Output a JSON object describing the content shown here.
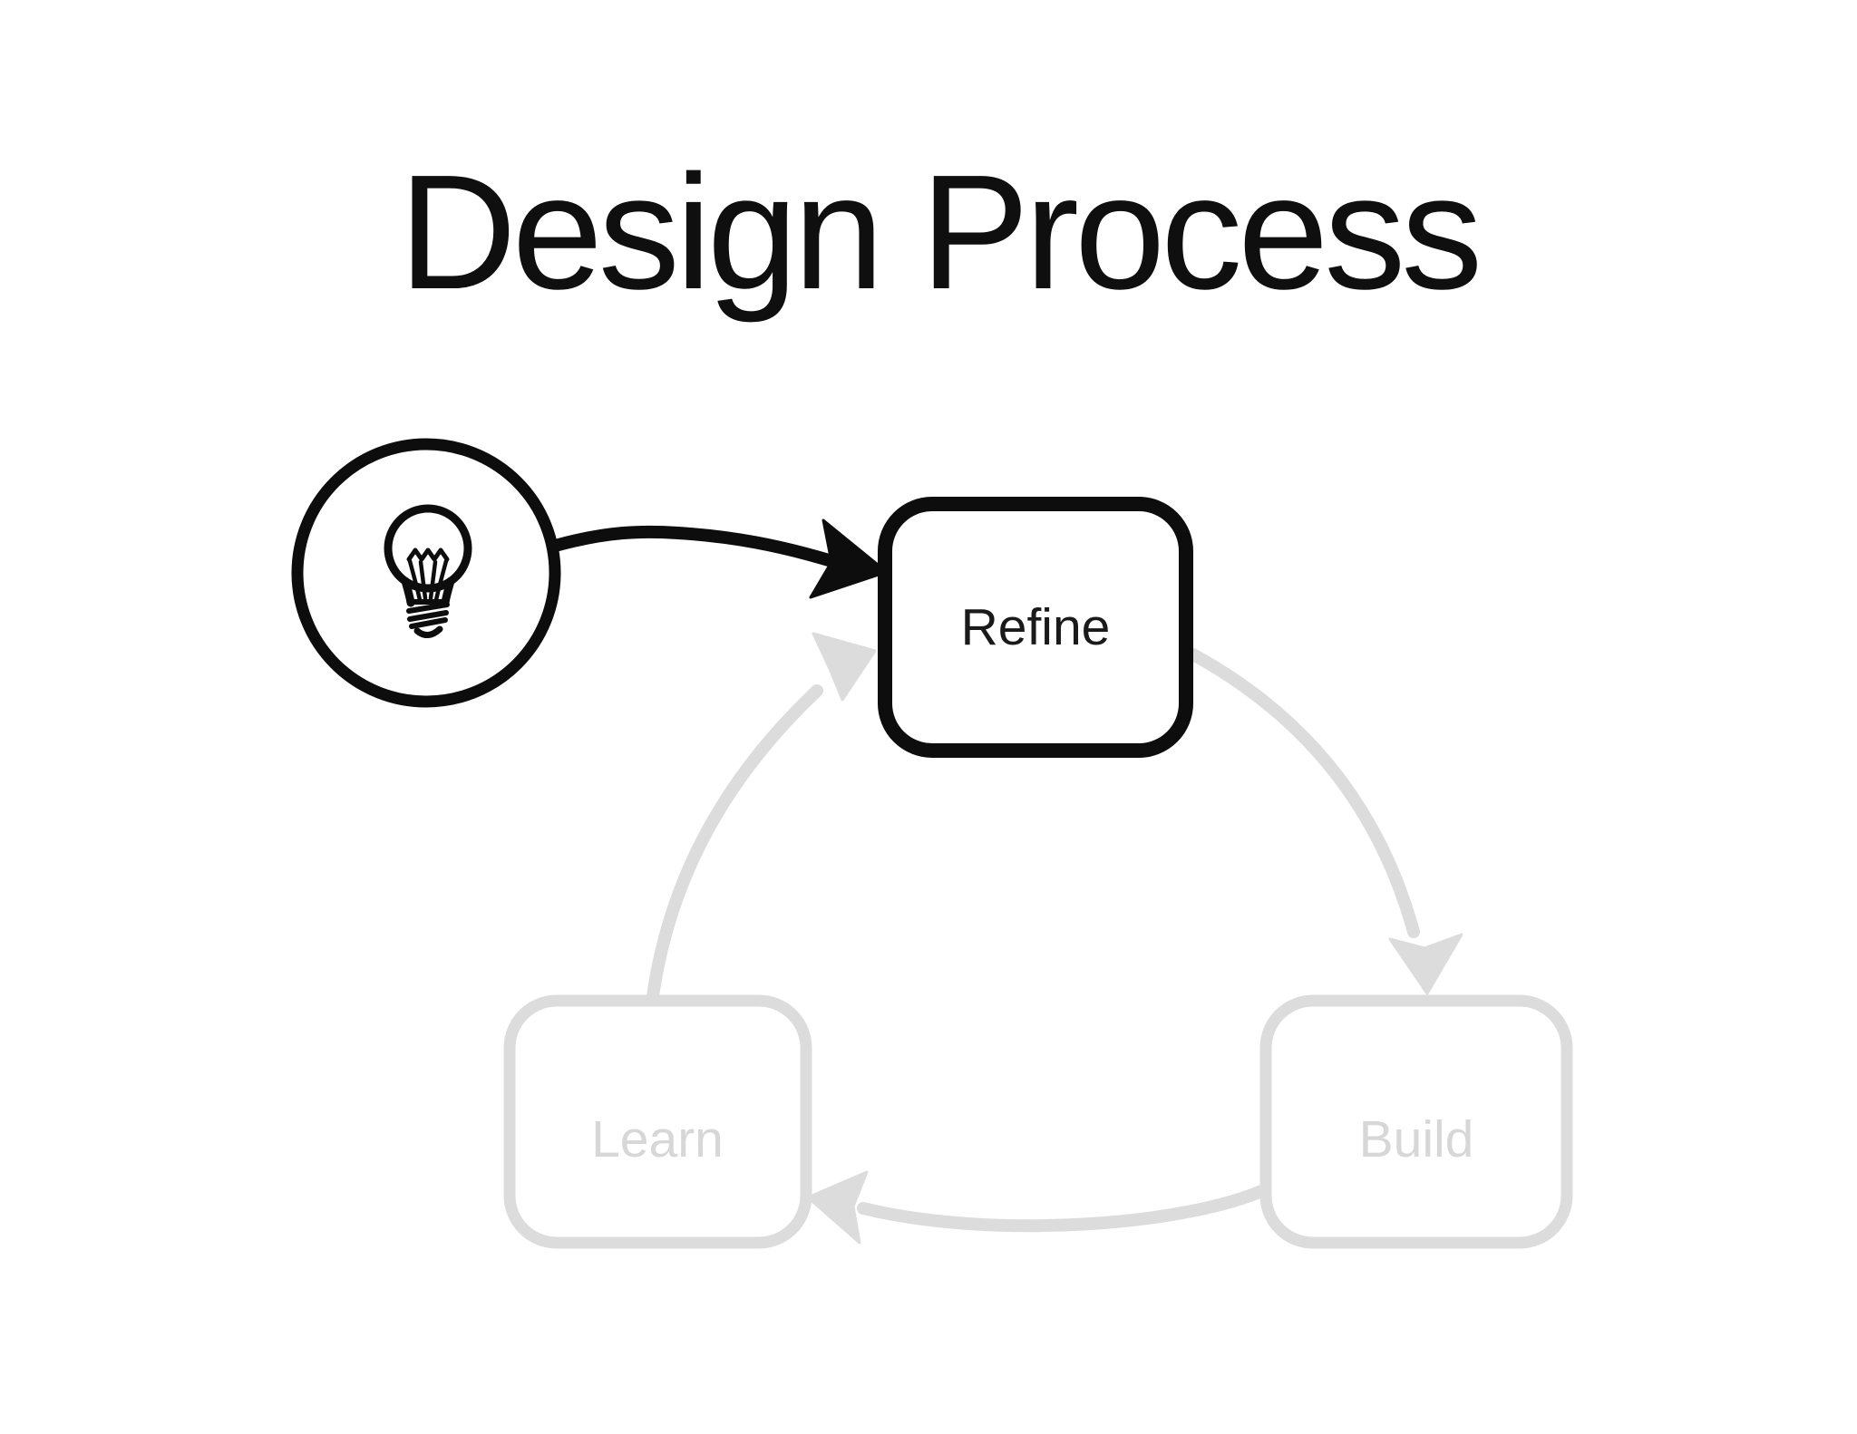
{
  "title": "Design Process",
  "nodes": {
    "refine": {
      "label": "Refine",
      "state": "active"
    },
    "build": {
      "label": "Build",
      "state": "inactive"
    },
    "learn": {
      "label": "Learn",
      "state": "inactive"
    }
  },
  "edges": [
    {
      "from": "idea-bulb",
      "to": "refine",
      "style": "bold-black"
    },
    {
      "from": "refine",
      "to": "build",
      "style": "faded-gray"
    },
    {
      "from": "build",
      "to": "learn",
      "style": "faded-gray"
    },
    {
      "from": "learn",
      "to": "refine",
      "style": "faded-gray"
    }
  ],
  "icons": {
    "idea": "lightbulb-icon"
  },
  "colors": {
    "background": "#ffffff",
    "ink": "#0d0d0d",
    "faded": "#dcdcdc",
    "faded_text": "#d7d7d7",
    "active_text": "#1a1a1a"
  }
}
